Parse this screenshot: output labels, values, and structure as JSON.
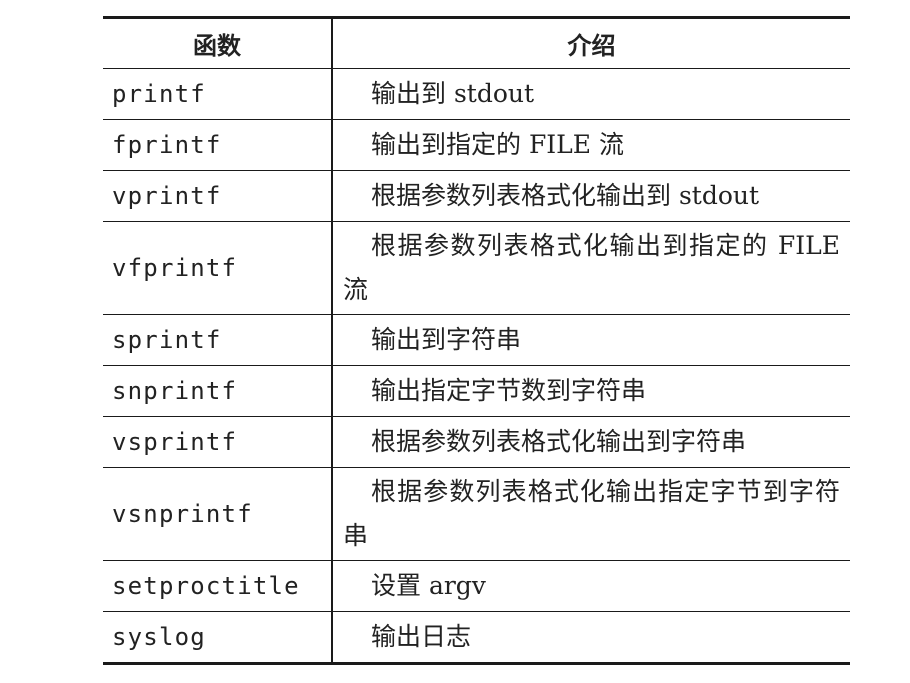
{
  "table": {
    "headers": [
      "函数",
      "介绍"
    ],
    "rows": [
      {
        "function": "printf",
        "description": "输出到 stdout"
      },
      {
        "function": "fprintf",
        "description": "输出到指定的 FILE 流"
      },
      {
        "function": "vprintf",
        "description": "根据参数列表格式化输出到 stdout"
      },
      {
        "function": "vfprintf",
        "description": "根据参数列表格式化输出到指定的 FILE 流"
      },
      {
        "function": "sprintf",
        "description": "输出到字符串"
      },
      {
        "function": "snprintf",
        "description": "输出指定字节数到字符串"
      },
      {
        "function": "vsprintf",
        "description": "根据参数列表格式化输出到字符串"
      },
      {
        "function": "vsnprintf",
        "description": "根据参数列表格式化输出指定字节到字符串"
      },
      {
        "function": "setproctitle",
        "description": "设置 argv"
      },
      {
        "function": "syslog",
        "description": "输出日志"
      }
    ]
  }
}
